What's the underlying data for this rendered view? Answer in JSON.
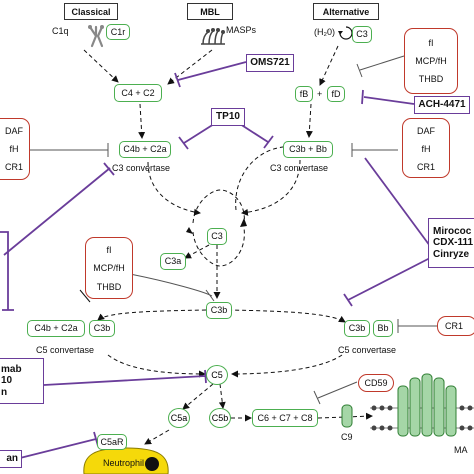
{
  "pathways": {
    "classical": "Classical",
    "mbl": "MBL",
    "alternative": "Alternative"
  },
  "molecules": {
    "c1q": "C1q",
    "c1r": "C1r",
    "masps": "MASPs",
    "h2o": "(H₂0)",
    "c3_top": "C3",
    "fB": "fB",
    "fD": "fD",
    "c4_c2": "C4 + C2",
    "c4b_c2a": "C4b + C2a",
    "c3b_bb": "C3b + Bb",
    "c3": "C3",
    "c3a": "C3a",
    "c3b": "C3b",
    "c5_left_c4b": "C4b + C2a",
    "c5_left_c3b": "C3b",
    "c5_right_c3b": "C3b",
    "c5_right_bb": "Bb",
    "c5": "C5",
    "c5a": "C5a",
    "c5b": "C5b",
    "c6_c8": "C6 + C7 + C8",
    "c9": "C9",
    "c5ar": "C5aR",
    "neutrophil": "Neutrophil",
    "plus": "+",
    "mac_partial": "MA"
  },
  "convertases": {
    "c3_left": "C3 convertase",
    "c3_right": "C3 convertase",
    "c5_left": "C5 convertase",
    "c5_right": "C5 convertase"
  },
  "regulators": {
    "alt_top": [
      "fI",
      "MCP/fH",
      "THBD"
    ],
    "left_mid": [
      "DAF",
      "fH",
      "CR1"
    ],
    "right_mid": [
      "DAF",
      "fH",
      "CR1"
    ],
    "center": [
      "fI",
      "MCP/fH",
      "THBD"
    ],
    "cr1": "CR1",
    "cd59": "CD59"
  },
  "drugs": {
    "oms721": "OMS721",
    "tp10": "TP10",
    "ach4471": "ACH-4471",
    "right_group": [
      "Mirococ",
      "CDX-111",
      "Cinryze"
    ],
    "left_group": [
      "mab",
      "10",
      "n"
    ],
    "left_bottom": "an"
  },
  "colors": {
    "cascade_green": "#4caf50",
    "regulator_red": "#c0392b",
    "drug_purple": "#6a3d9a",
    "neutrophil_yellow": "#f5d90a"
  }
}
